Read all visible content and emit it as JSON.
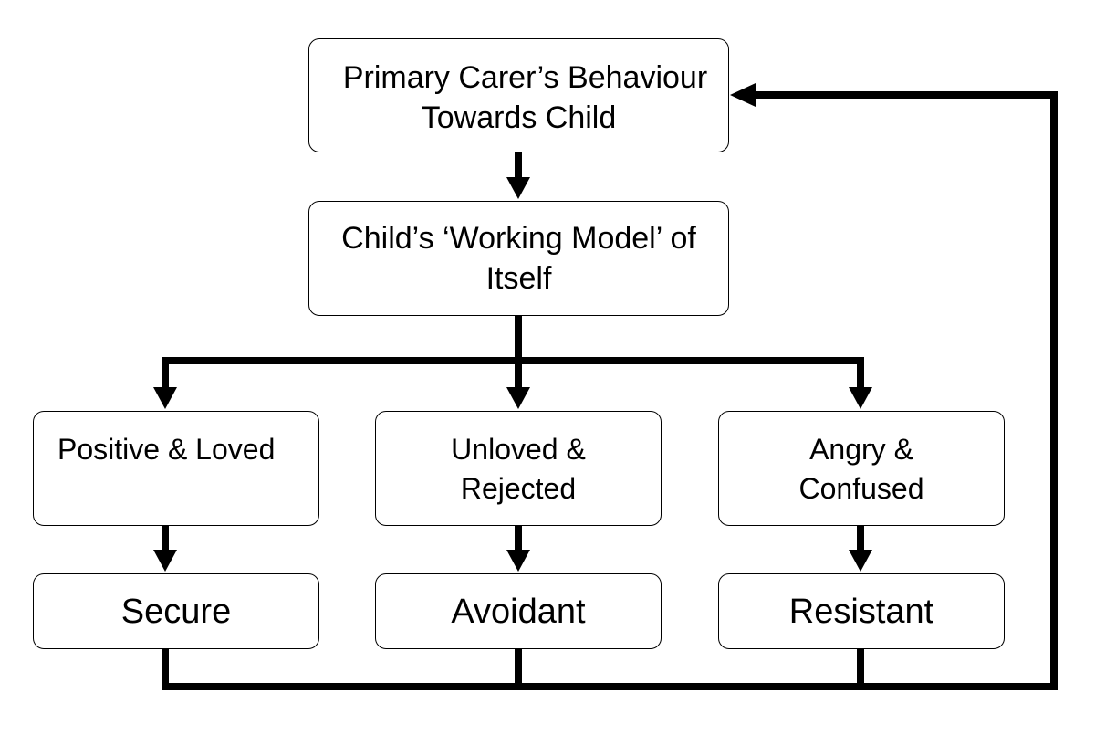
{
  "nodes": {
    "carer": {
      "line1": "Primary Carer’s Behaviour",
      "line2": "Towards Child"
    },
    "model": {
      "line1": "Child’s ‘Working Model’ of",
      "line2": "Itself"
    },
    "positive": {
      "line1": "Positive & Loved"
    },
    "unloved": {
      "line1": "Unloved &",
      "line2": "Rejected"
    },
    "angry": {
      "line1": "Angry &",
      "line2": "Confused"
    },
    "secure": {
      "label": "Secure"
    },
    "avoidant": {
      "label": "Avoidant"
    },
    "resistant": {
      "label": "Resistant"
    }
  },
  "edges": [
    {
      "from": "carer",
      "to": "model"
    },
    {
      "from": "model",
      "to": "positive"
    },
    {
      "from": "model",
      "to": "unloved"
    },
    {
      "from": "model",
      "to": "angry"
    },
    {
      "from": "positive",
      "to": "secure"
    },
    {
      "from": "unloved",
      "to": "avoidant"
    },
    {
      "from": "angry",
      "to": "resistant"
    },
    {
      "from": "secure",
      "to": "carer"
    },
    {
      "from": "avoidant",
      "to": "carer"
    },
    {
      "from": "resistant",
      "to": "carer"
    }
  ],
  "colors": {
    "line": "#000000",
    "box_border": "#000000",
    "background": "#ffffff"
  }
}
